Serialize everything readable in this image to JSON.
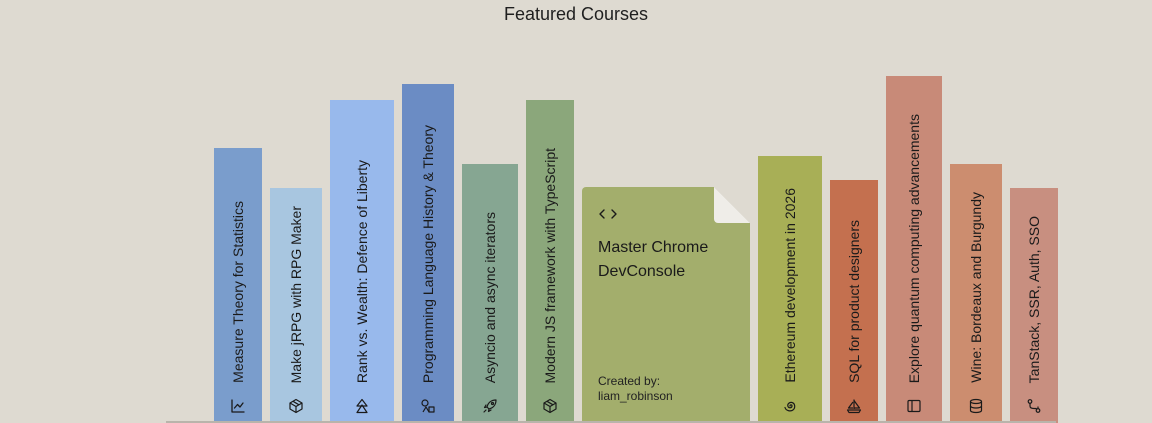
{
  "page": {
    "title": "Featured Courses"
  },
  "books": [
    {
      "title": "Measure Theory for Statistics",
      "icon": "chart-line-icon",
      "color": "#7a9dcc"
    },
    {
      "title": "Make jRPG with RPG Maker",
      "icon": "hexagon-cube-icon",
      "color": "#a8c6e0"
    },
    {
      "title": "Rank vs. Wealth: Defence of Liberty",
      "icon": "stacked-triangles-icon",
      "color": "#98b9ec"
    },
    {
      "title": "Programming Language History & Theory",
      "icon": "shapes-icon",
      "color": "#6b8cc4"
    },
    {
      "title": "Asyncio and async iterators",
      "icon": "rocket-icon",
      "color": "#86a692"
    },
    {
      "title": "Modern JS framework with TypeScript",
      "icon": "hexagon-cube-icon",
      "color": "#8ba77b"
    },
    {
      "title": "Ethereum development in 2026",
      "icon": "spiral-icon",
      "color": "#a8af56"
    },
    {
      "title": "SQL for product designers",
      "icon": "sailboat-icon",
      "color": "#c4704f"
    },
    {
      "title": "Explore quantum computing advancements",
      "icon": "book-open-icon",
      "color": "#c88a78"
    },
    {
      "title": "Wine: Bordeaux and Burgundy",
      "icon": "database-icon",
      "color": "#cc8d6f"
    },
    {
      "title": "TanStack, SSR, Auth, SSO",
      "icon": "git-branch-icon",
      "color": "#c88f80"
    }
  ],
  "featured_book": {
    "title": "Master Chrome DevConsole",
    "icon": "code-icon",
    "created_by_label": "Created by:",
    "author": "liam_robinson",
    "color": "#a3ae6c"
  }
}
